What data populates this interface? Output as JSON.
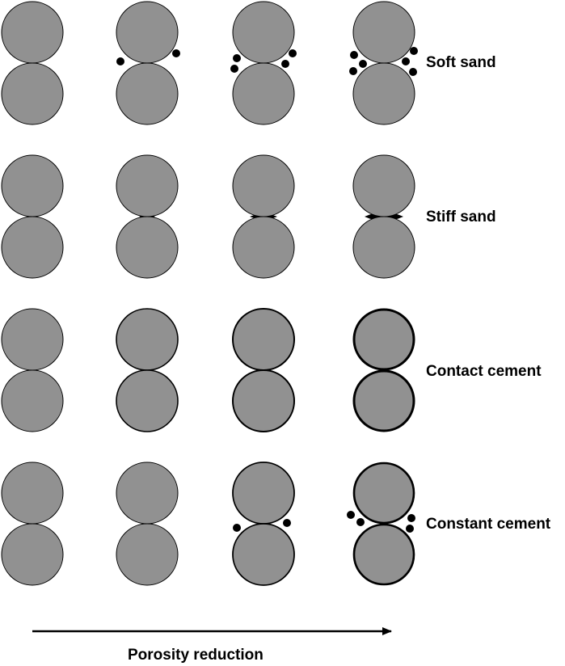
{
  "rows": [
    {
      "label": "Soft sand"
    },
    {
      "label": "Stiff sand"
    },
    {
      "label": "Contact cement"
    },
    {
      "label": "Constant cement"
    }
  ],
  "axis": {
    "label": "Porosity reduction"
  },
  "colors": {
    "grain_fill": "#919191",
    "outline": "#000000",
    "background": "#ffffff"
  }
}
